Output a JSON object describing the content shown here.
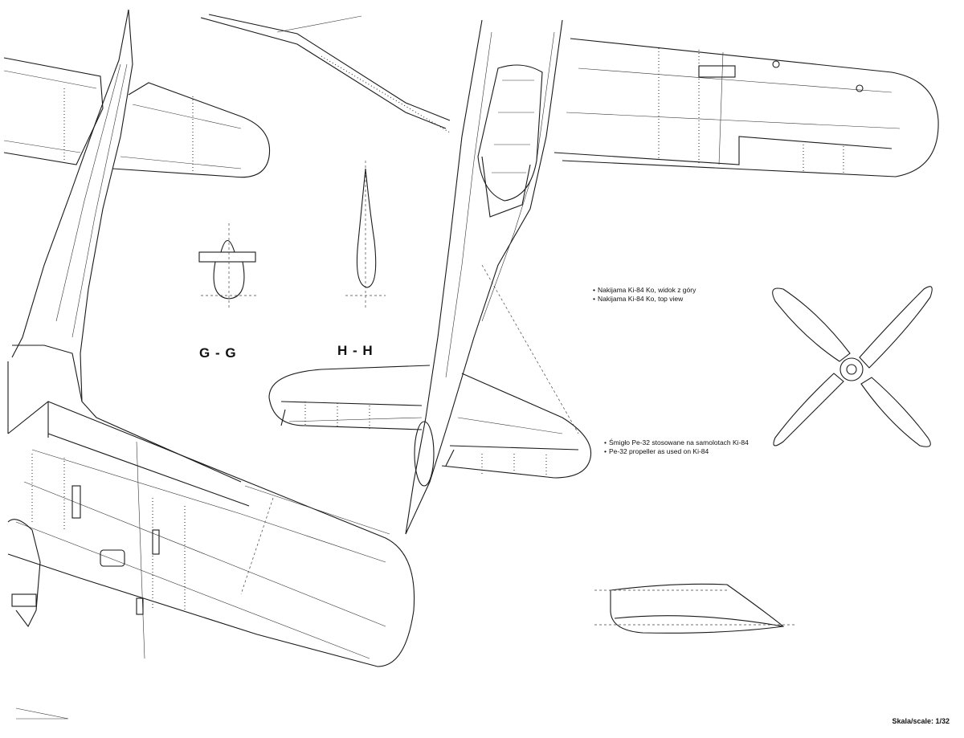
{
  "sections": {
    "gg": "G - G",
    "hh": "H - H"
  },
  "captions": {
    "top_view_pl": "Nakijama Ki-84 Ko, widok z góry",
    "top_view_en": "Nakijama Ki-84 Ko, top view",
    "propeller_pl": "Śmigło Pe-32 stosowane na samolotach Ki-84",
    "propeller_en": "Pe-32 propeller as used on Ki-84"
  },
  "scale": "Skala/scale: 1/32"
}
